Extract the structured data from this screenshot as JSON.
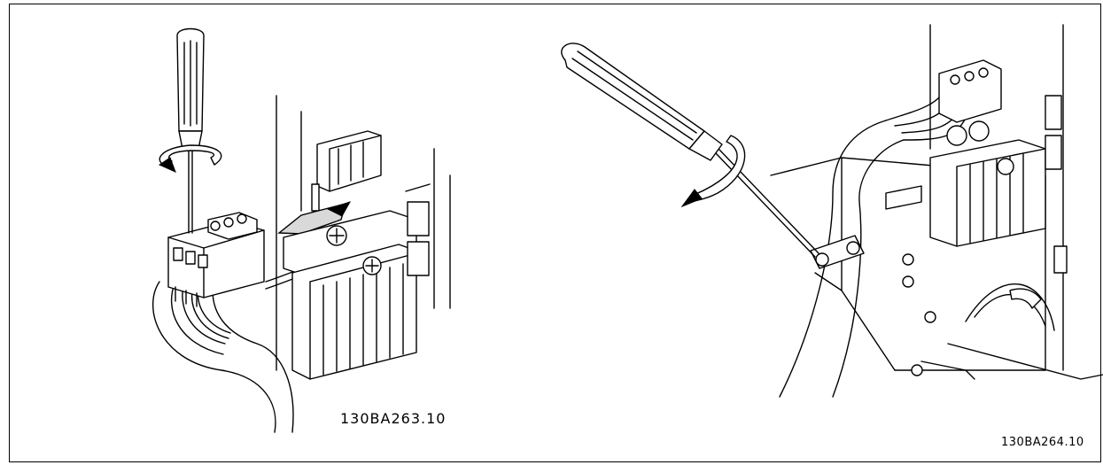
{
  "figures": [
    {
      "id": "left",
      "code": "130BA263.10"
    },
    {
      "id": "right",
      "code": "130BA264.10"
    }
  ]
}
